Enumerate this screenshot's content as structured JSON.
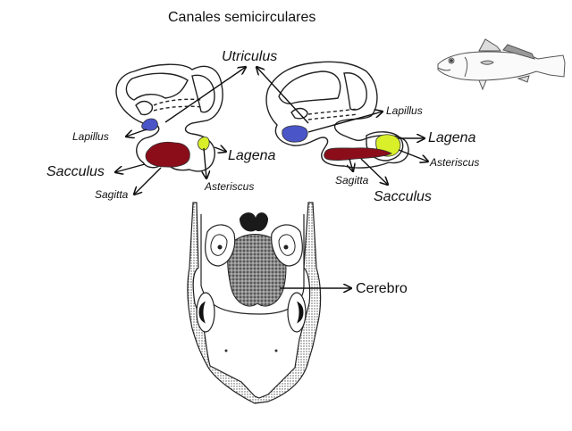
{
  "title": "Canales semicirculares",
  "left_ear": {
    "labels": {
      "utriculus": "Utriculus",
      "lapillus": "Lapillus",
      "sacculus": "Sacculus",
      "sagitta": "Sagitta",
      "lagena": "Lagena",
      "asteriscus": "Asteriscus"
    }
  },
  "right_ear": {
    "labels": {
      "lapillus": "Lapillus",
      "lagena": "Lagena",
      "asteriscus": "Asteriscus",
      "sagitta": "Sagitta",
      "sacculus": "Sacculus"
    }
  },
  "head": {
    "labels": {
      "cerebro": "Cerebro"
    }
  },
  "colors": {
    "lapillus": "#4a55c8",
    "sagitta": "#8b0d1a",
    "asteriscus": "#d8ef2a",
    "ink": "#111111"
  }
}
